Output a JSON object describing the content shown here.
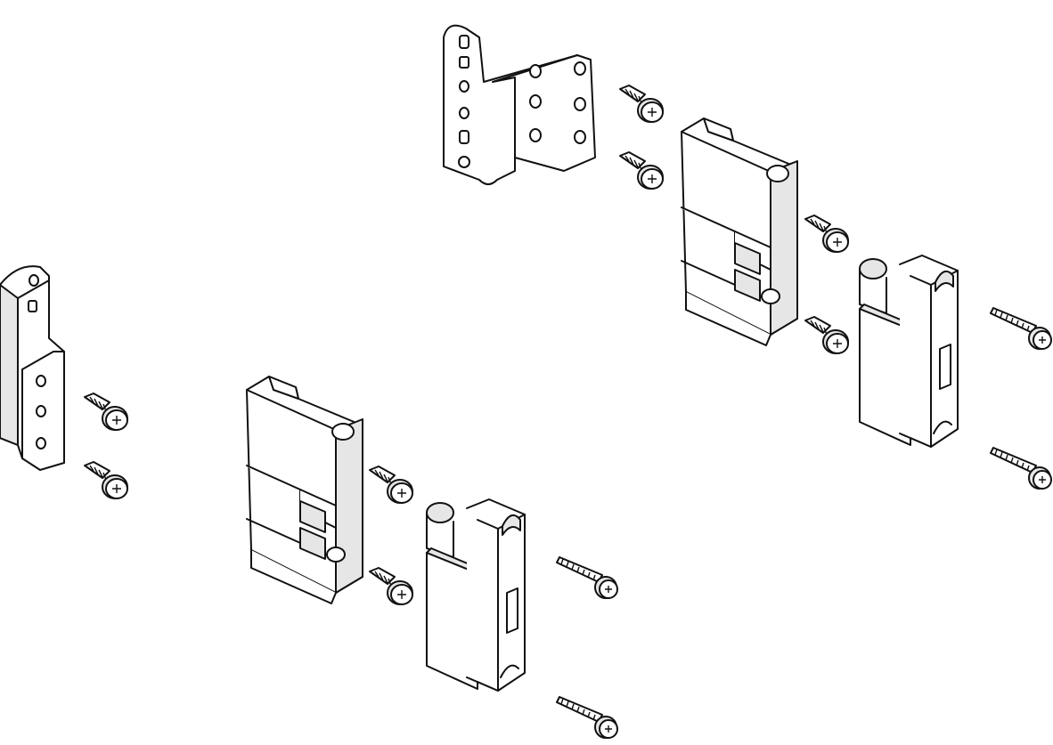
{
  "diagram": {
    "type": "exploded-assembly-line-drawing",
    "colors": {
      "line": "#111111",
      "background": "#ffffff",
      "shade": "#e6e6e6"
    },
    "parts": [
      "mounting-bracket-large",
      "mounting-bracket-small",
      "hinge-body",
      "hinge-leaf",
      "tapping-screw-short",
      "machine-screw-long"
    ]
  }
}
